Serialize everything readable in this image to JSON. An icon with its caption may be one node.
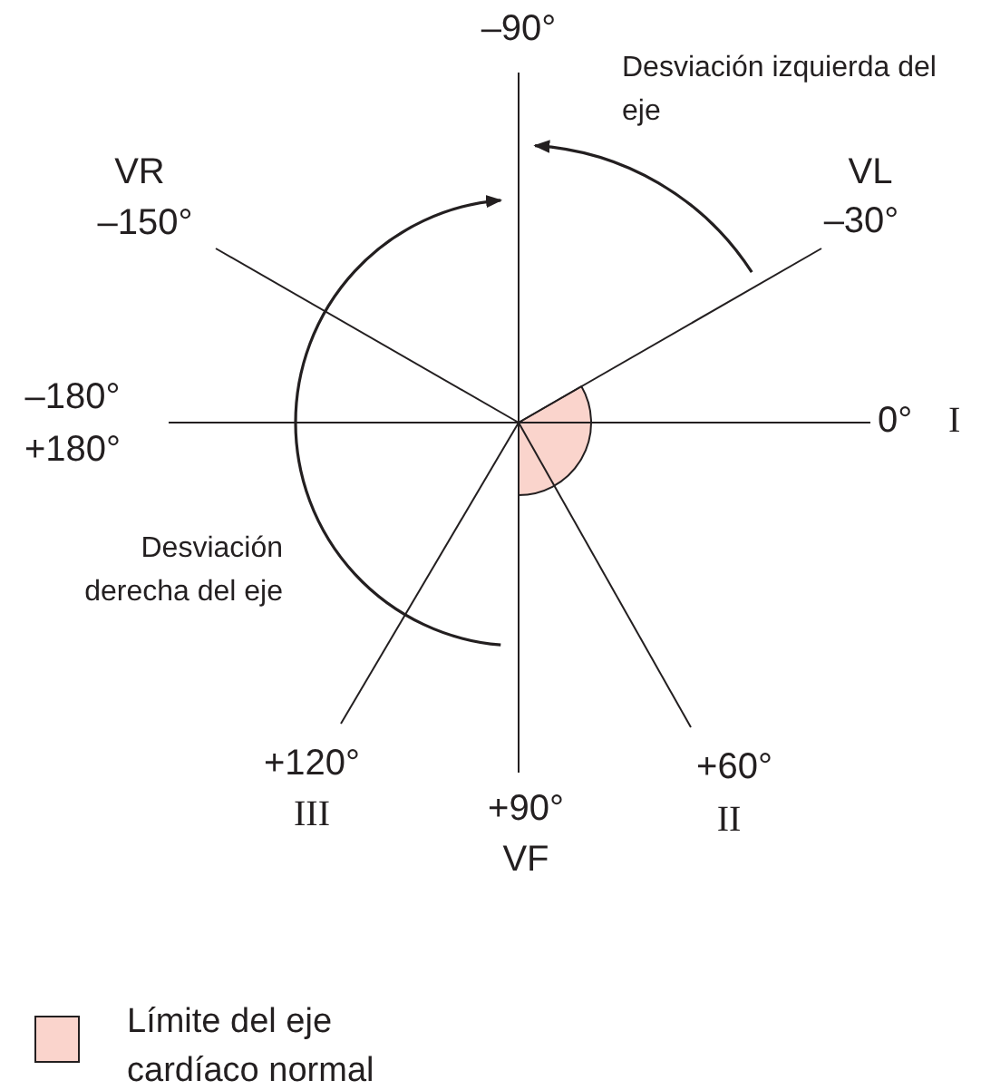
{
  "diagram": {
    "labels": [
      "–90°",
      "Desviación izquierda del eje",
      "VR",
      "–150°",
      "VL",
      "–30°",
      "–180°",
      "+180°",
      "0°",
      "I",
      "Desviación derecha del eje",
      "+120°",
      "III",
      "+90°",
      "VF",
      "+60°",
      "II"
    ],
    "legend": [
      {
        "text": "Límite del eje cardíaco normal",
        "color": "#fad4cc"
      }
    ]
  }
}
